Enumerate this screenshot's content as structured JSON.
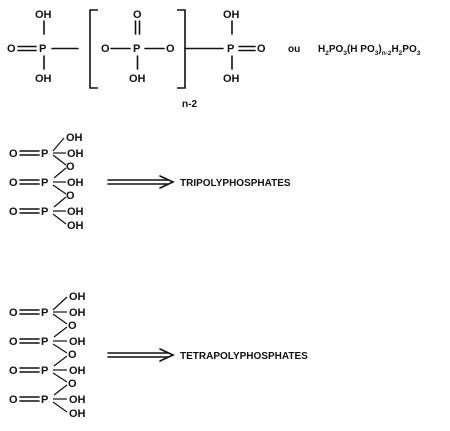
{
  "atoms": {
    "O": "O",
    "OH": "OH",
    "P": "P"
  },
  "top": {
    "repeat_index": "n-2",
    "connector": "ou",
    "formula": {
      "p1": "H",
      "s1": "2",
      "p2": "PO",
      "s2": "3",
      "p3": "(H PO",
      "s3": "3",
      "p4": ")",
      "s4": "n-2",
      "p5": "H",
      "s5": "2",
      "p6": "PO",
      "s6": "3"
    }
  },
  "tripolyphosphate": {
    "label": "TRIPOLYPHOSPHATES"
  },
  "tetrapolyphosphate": {
    "label": "TETRAPOLYPHOSPHATES"
  }
}
